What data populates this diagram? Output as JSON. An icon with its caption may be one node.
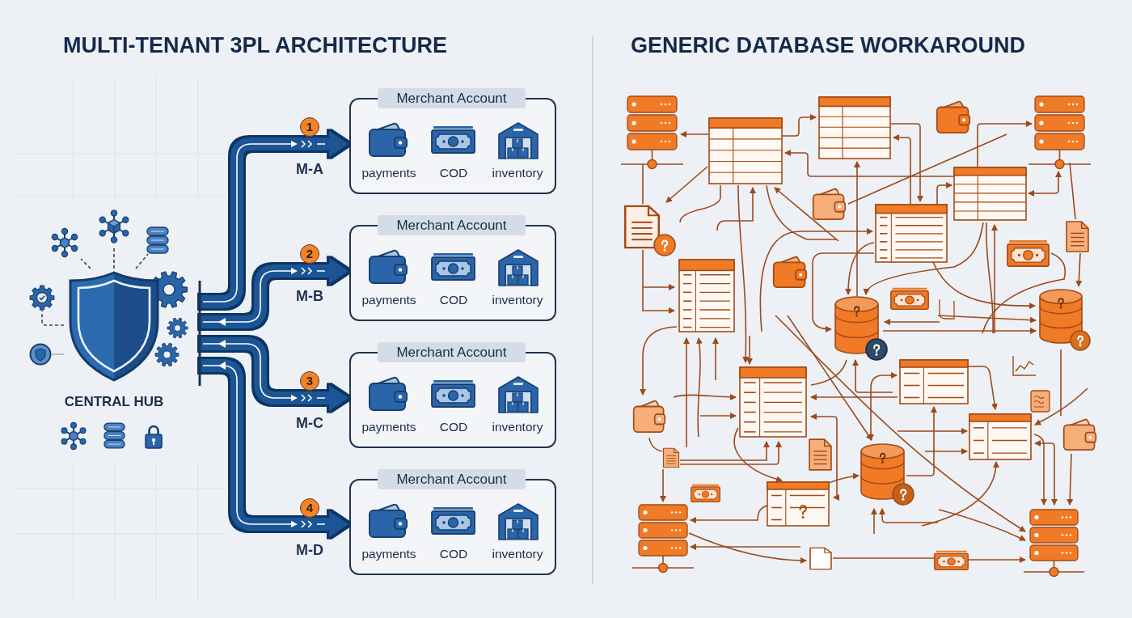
{
  "diagram": {
    "nodes": [
      {
        "text": [
          "CENTRAL HUB"
        ]
      },
      {
        "text": [],
        "shape": "picture"
      },
      {
        "text": [],
        "shape": "picture"
      },
      {
        "text": [],
        "shape": "cylinder"
      },
      {
        "text": [],
        "shape": "picture"
      },
      {
        "text": [],
        "shape": "circle"
      },
      {
        "text": [
          "Merchant Account"
        ]
      },
      {
        "text": [
          "payments"
        ],
        "in": 6
      },
      {
        "text": [
          "COD"
        ],
        "in": 6
      },
      {
        "text": [
          "inventory"
        ],
        "in": 6
      },
      {
        "text": [
          "Merchant Account"
        ]
      },
      {
        "text": [
          "payments"
        ],
        "in": 10
      },
      {
        "text": [
          "COD"
        ],
        "in": 10
      },
      {
        "text": [
          "inventory"
        ],
        "in": 10
      },
      {
        "text": [
          "Merchant Account"
        ]
      },
      {
        "text": [
          "payments"
        ],
        "in": 14
      },
      {
        "text": [
          "COD"
        ],
        "in": 14
      },
      {
        "text": [
          "inventory"
        ],
        "in": 14
      },
      {
        "text": [
          "Merchant Account"
        ]
      },
      {
        "text": [
          "payments"
        ],
        "in": 18
      },
      {
        "text": [
          "COD"
        ],
        "in": 18
      },
      {
        "text": [
          "inventory"
        ],
        "in": 18
      }
    ],
    "edges": [
      {
        "from": 0,
        "to": 1,
        "arrow": "none",
        "style": "dashed"
      },
      {
        "from": 0,
        "to": 2,
        "arrow": "none",
        "style": "dashed"
      },
      {
        "from": 0,
        "to": 3,
        "arrow": "none",
        "style": "dashed"
      },
      {
        "from": 0,
        "to": 4,
        "arrow": "none",
        "style": "dashed"
      },
      {
        "from": 0,
        "to": 5,
        "arrow": "none",
        "color": "#9aa6b5"
      },
      {
        "from": 0,
        "to": 6,
        "arrow": "to",
        "label": "M-A",
        "style": "thick",
        "color": "#1d5596"
      },
      {
        "from": 0,
        "to": 10,
        "arrow": "both",
        "label": "M-B",
        "style": "thick",
        "color": "#1d5596"
      },
      {
        "from": 0,
        "to": 14,
        "arrow": "both",
        "label": "M-C",
        "style": "thick",
        "color": "#1d5596"
      },
      {
        "from": 0,
        "to": 18,
        "arrow": "both",
        "label": "M-D",
        "style": "thick",
        "color": "#1d5596"
      }
    ],
    "labels": [
      "MULTI-TENANT 3PL ARCHITECTURE",
      "GENERIC DATABASE WORKAROUND",
      "1",
      "2",
      "3",
      "4"
    ]
  }
}
